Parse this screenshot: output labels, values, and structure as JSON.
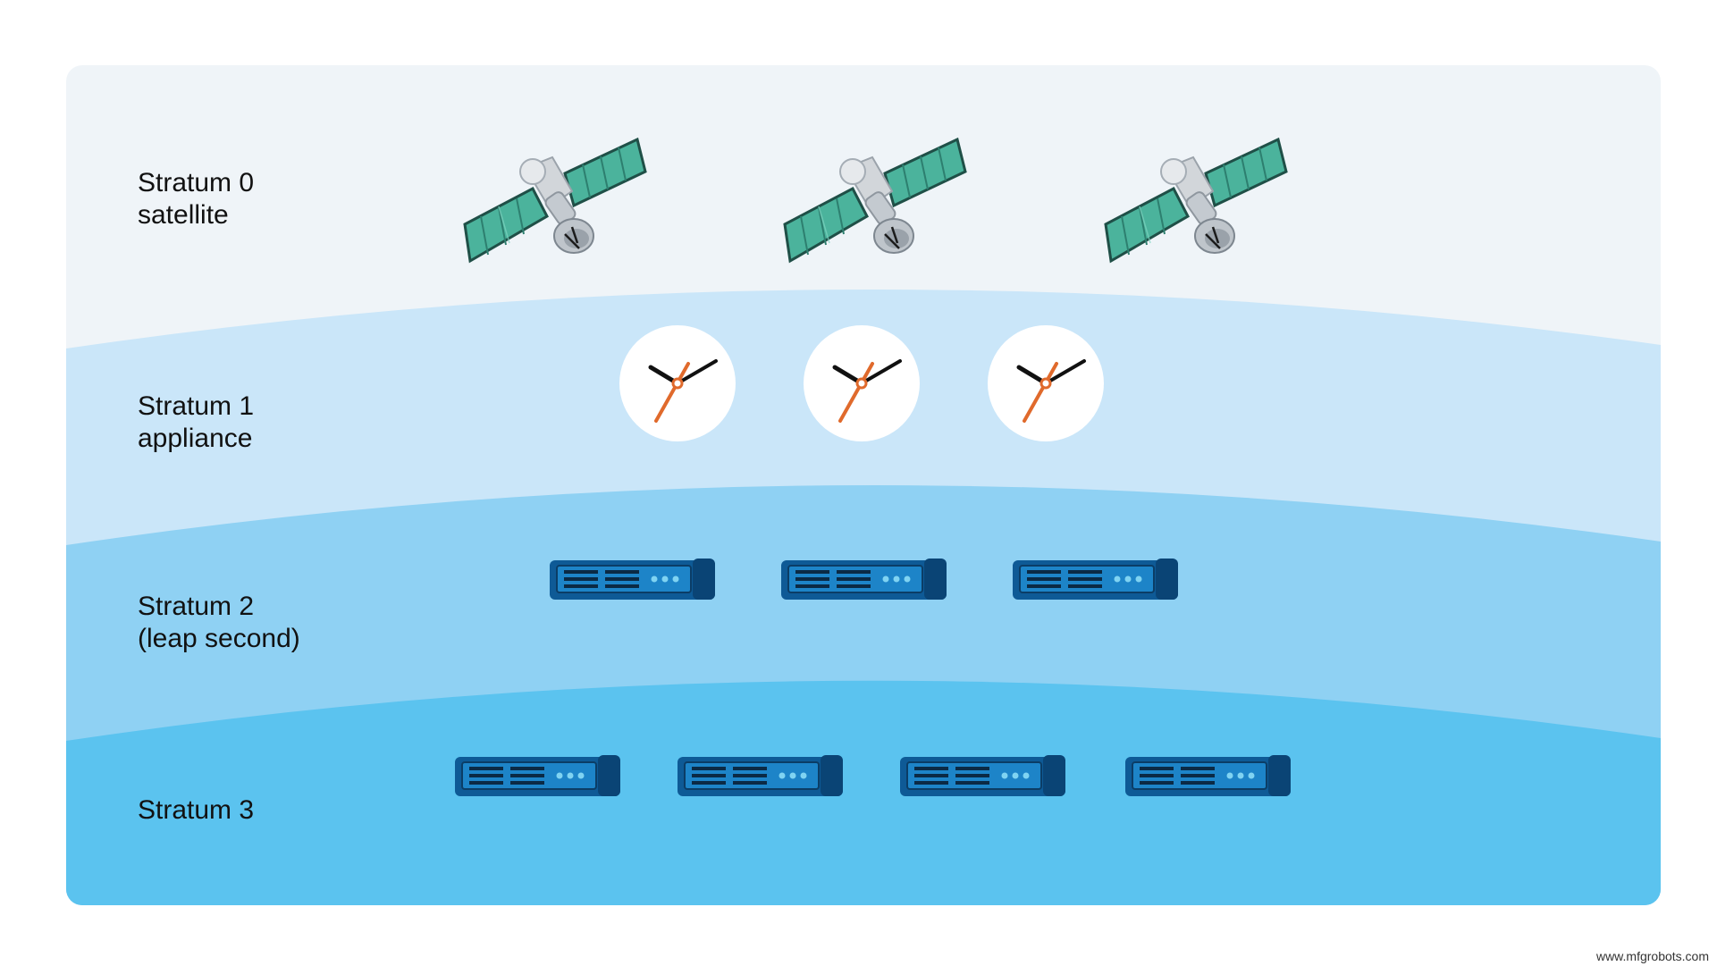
{
  "layers": [
    {
      "line1": "Stratum 0",
      "line2": "satellite",
      "icon": "satellite-icon"
    },
    {
      "line1": "Stratum 1",
      "line2": "appliance",
      "icon": "clock-icon"
    },
    {
      "line1": "Stratum 2",
      "line2": "(leap second)",
      "icon": "server-icon"
    },
    {
      "line1": "Stratum 3",
      "line2": "",
      "icon": "server-icon"
    }
  ],
  "watermark": "www.mfgrobots.com",
  "colors": {
    "page_background": "#ffffff",
    "stratum0_band": "#eff4f8",
    "stratum1_band": "#cae6f9",
    "stratum2_band": "#8fd1f3",
    "stratum3_band": "#5bc3ef",
    "satellite_panel": "#4bb39c",
    "satellite_body": "#d2d6da",
    "clock_face": "#ffffff",
    "clock_hands": "#111111",
    "clock_second_hand": "#e06a2c",
    "server_body": "#0e5a96",
    "server_front": "#1d84c8",
    "server_lines": "#0b2a45",
    "server_leds": "#7fd3f2"
  }
}
